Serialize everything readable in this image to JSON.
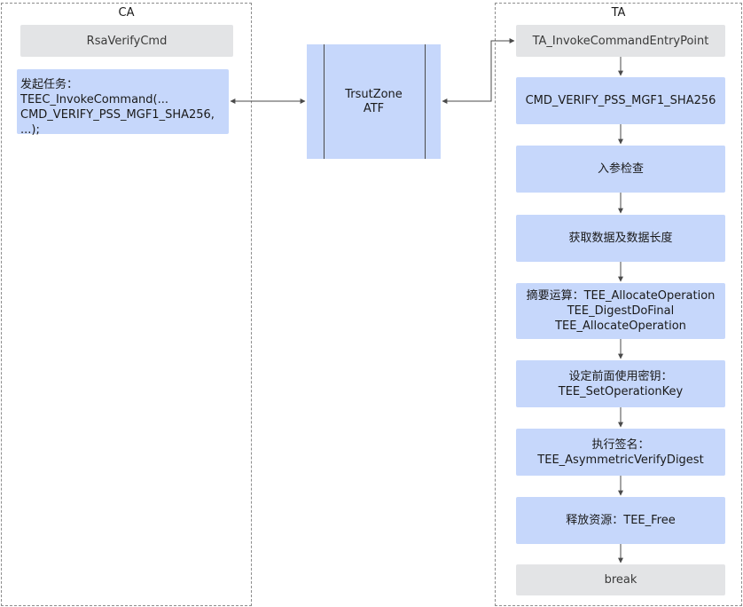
{
  "ca": {
    "title": "CA",
    "cmd": "RsaVerifyCmd",
    "task_lines": [
      "发起任务：TEEC_InvokeCommand(...",
      "CMD_VERIFY_PSS_MGF1_SHA256,",
      "...);"
    ]
  },
  "trustzone": {
    "lines": [
      "TrsutZone",
      "ATF"
    ]
  },
  "ta": {
    "title": "TA",
    "entry": "TA_InvokeCommandEntryPoint",
    "steps": [
      {
        "lines": [
          "CMD_VERIFY_PSS_MGF1_SHA256"
        ]
      },
      {
        "lines": [
          "入参检查"
        ]
      },
      {
        "lines": [
          "获取数据及数据长度"
        ]
      },
      {
        "lines": [
          "摘要运算：TEE_AllocateOperation",
          "TEE_DigestDoFinal",
          "TEE_AllocateOperation"
        ]
      },
      {
        "lines": [
          "设定前面使用密钥：",
          "TEE_SetOperationKey"
        ]
      },
      {
        "lines": [
          "执行签名：",
          "TEE_AsymmetricVerifyDigest"
        ]
      },
      {
        "lines": [
          "释放资源：TEE_Free"
        ]
      }
    ],
    "end": "break"
  },
  "colors": {
    "gray_box": "#e3e4e6",
    "blue_box": "#c6d7fb",
    "line": "#4a4a4a",
    "lane_border": "#8c8c8c"
  }
}
